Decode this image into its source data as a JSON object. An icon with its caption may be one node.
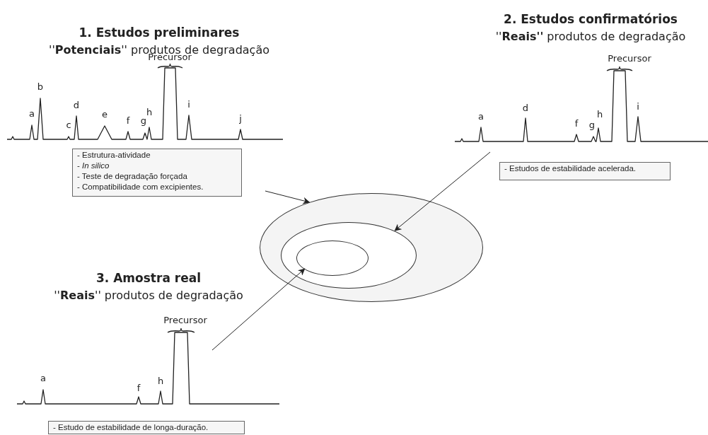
{
  "diagram": {
    "nodes": [
      {
        "text": [
          "- Estrutura-atividade",
          "- *In silico*",
          "- Teste de degradação forçada",
          "- Compatibilidade com excipientes."
        ]
      },
      {
        "text": [
          "- Estudos de estabilidade acelerada."
        ]
      },
      {
        "text": [
          "- Estudo de estabilidade de longa-duração."
        ]
      },
      {
        "text": [],
        "shape": "ellipse"
      },
      {
        "text": [],
        "shape": "ellipse",
        "in": 3
      },
      {
        "text": [],
        "shape": "ellipse",
        "in": 4
      }
    ],
    "edges": [
      {
        "from": null,
        "to": 3,
        "arrow": "to"
      },
      {
        "from": null,
        "to": 4,
        "arrow": "to"
      },
      {
        "from": null,
        "to": 5,
        "arrow": "to"
      }
    ],
    "labels": [
      "1. Estudos preliminares",
      "''**Potenciais**'' produtos de degradação",
      "Precursor",
      "b",
      "a",
      "d",
      "c",
      "e",
      "h",
      "f",
      "g",
      "i",
      "j",
      "2. Estudos confirmatórios",
      "''**Reais''** produtos de degradação",
      "Precursor",
      "d",
      "a",
      "i",
      "h",
      "f",
      "g",
      "3. Amostra real",
      "''**Reais**'' produtos de degradação",
      "Precursor",
      "a",
      "h",
      "f"
    ]
  }
}
